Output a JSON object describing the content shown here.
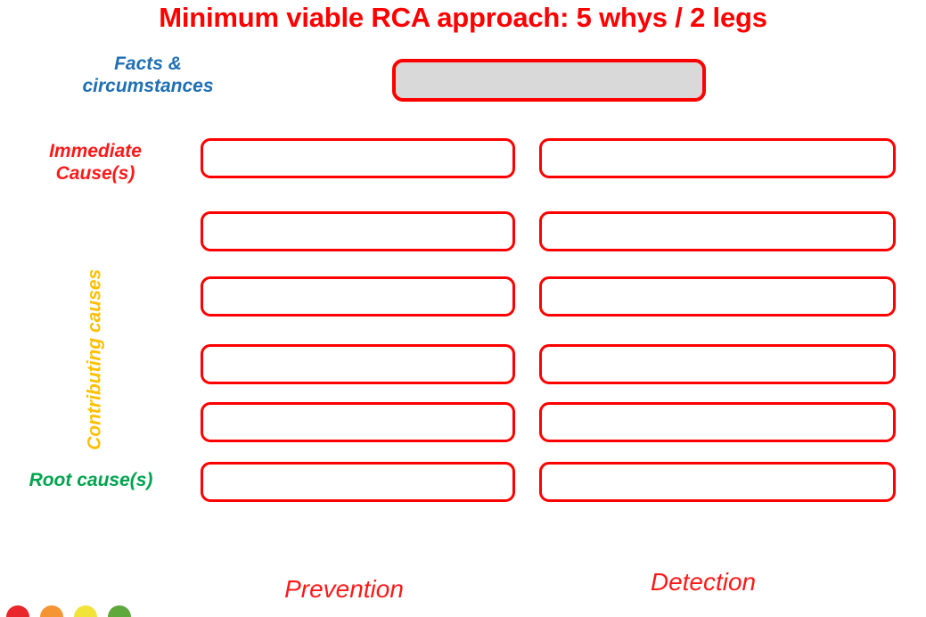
{
  "title": "Minimum viable RCA approach: 5 whys / 2 legs",
  "labels": {
    "facts_line1": "Facts &",
    "facts_line2": "circumstances",
    "immediate_line1": "Immediate",
    "immediate_line2": "Cause(s)",
    "contributing": "Contributing causes",
    "root": "Root cause(s)"
  },
  "columns": {
    "left_footer": "Prevention",
    "right_footer": "Detection"
  },
  "boxes": {
    "facts_box_text": "",
    "left": [
      "",
      "",
      "",
      "",
      "",
      ""
    ],
    "right": [
      "",
      "",
      "",
      "",
      "",
      ""
    ]
  },
  "colors": {
    "title": "#FF0000",
    "box_border": "#FF0000",
    "facts_box_fill": "#D9D9D9",
    "facts_label": "#1F6FB5",
    "immediate_label": "#FF1A1A",
    "contributing_label": "#FFC000",
    "root_label": "#00A44F",
    "footer": "#FF1A1A",
    "background": "#FFFFFF"
  },
  "severity_scale": [
    {
      "name": "dot-red",
      "color": "#E8262C"
    },
    {
      "name": "dot-orange",
      "color": "#F59432"
    },
    {
      "name": "dot-yellow",
      "color": "#F2E33A"
    },
    {
      "name": "dot-green",
      "color": "#5EA83C"
    }
  ]
}
